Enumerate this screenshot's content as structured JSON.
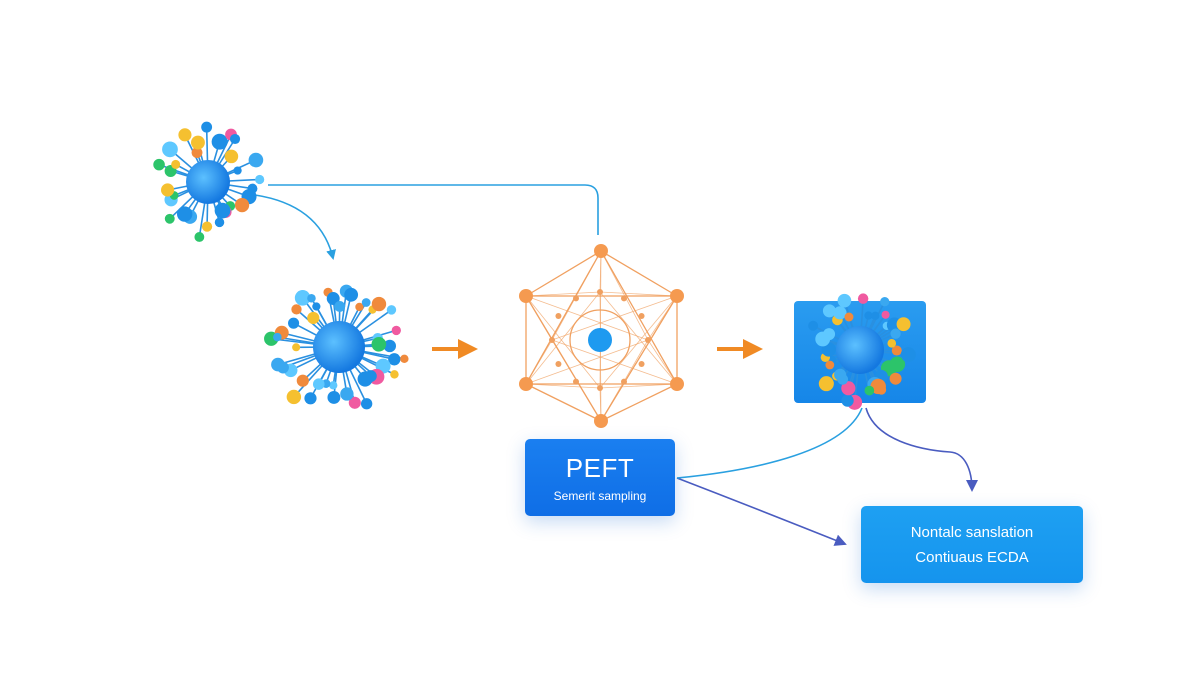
{
  "diagram": {
    "peft_box": {
      "title": "PEFT",
      "subtitle": "Semerit sampling",
      "color": "#1478ec"
    },
    "output_box": {
      "line1": "Nontalc sanslation",
      "line2": "Contiuaus ECDA",
      "color": "#1a9af0"
    },
    "colors": {
      "connector_blue": "#2aa0e0",
      "connector_indigo": "#4a5cc0",
      "arrow_orange": "#f08a24",
      "network_orange": "#f0a060",
      "molecule_core": "#1e8fe6"
    },
    "icons": [
      "molecule-cluster-icon",
      "molecule-cluster-icon",
      "neural-network-icon",
      "molecule-tile-icon"
    ]
  }
}
